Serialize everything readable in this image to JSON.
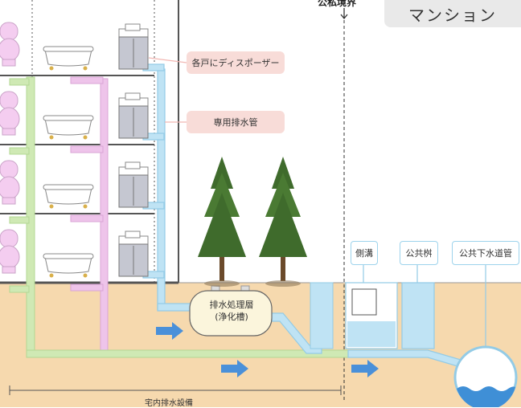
{
  "title": "マンション",
  "boundary_label": "公私境界",
  "callouts": {
    "disposer": "各戸にディスポーザー",
    "dedicated_pipe": "専用排水管"
  },
  "tank": {
    "line1": "排水処理層",
    "line2": "(浄化槽)"
  },
  "outside_labels": {
    "side_ditch": "側溝",
    "public_basin": "公共桝",
    "public_sewer": "公共下水道管"
  },
  "bottom_label": "宅内排水設備",
  "colors": {
    "ground": "#f6d9ae",
    "pipe_green": "#cfe9b4",
    "pipe_pink": "#eec4ea",
    "pipe_blue": "#bfe3f4",
    "pipe_outline": "#93cbe6",
    "callout_bg": "#f8dcd8",
    "arrow": "#4a90d9",
    "title_bg": "#e9e9e9"
  },
  "icons": [
    "toilet-icon",
    "bathtub-icon",
    "disposer-icon",
    "tree-icon",
    "flow-arrow-icon",
    "down-arrow-icon"
  ]
}
